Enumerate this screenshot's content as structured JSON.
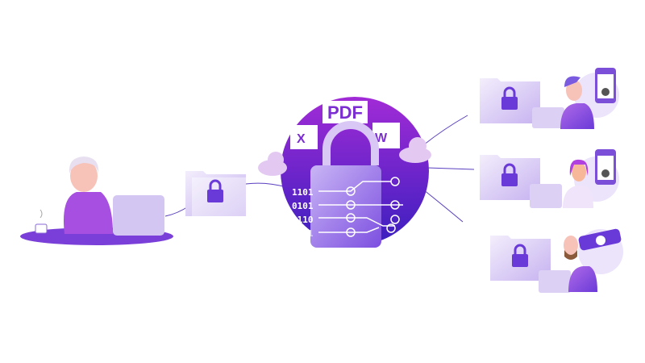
{
  "center": {
    "pdf_label": "PDF",
    "excel_label": "X",
    "word_label": "W",
    "binary": [
      "1101",
      "0101",
      "1110",
      "1011"
    ]
  },
  "colors": {
    "primary": "#7b2fd0",
    "dark": "#4a1fb0",
    "light": "#d9c8f5",
    "accent": "#a855f7"
  }
}
